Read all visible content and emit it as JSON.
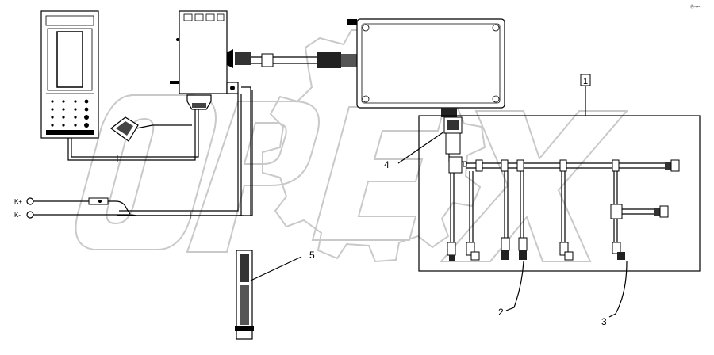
{
  "diagram": {
    "labels": {
      "callout_1": "1",
      "callout_2": "2",
      "callout_3": "3",
      "callout_4": "4",
      "callout_5": "5",
      "k_plus": "K+",
      "k_minus": "K-",
      "corner_mark": "Ⓟᵒᵖᵉˣ"
    },
    "watermark": "OPEX",
    "colors": {
      "line": "#000000",
      "watermark": "#c9c9c9",
      "background": "#ffffff"
    }
  }
}
